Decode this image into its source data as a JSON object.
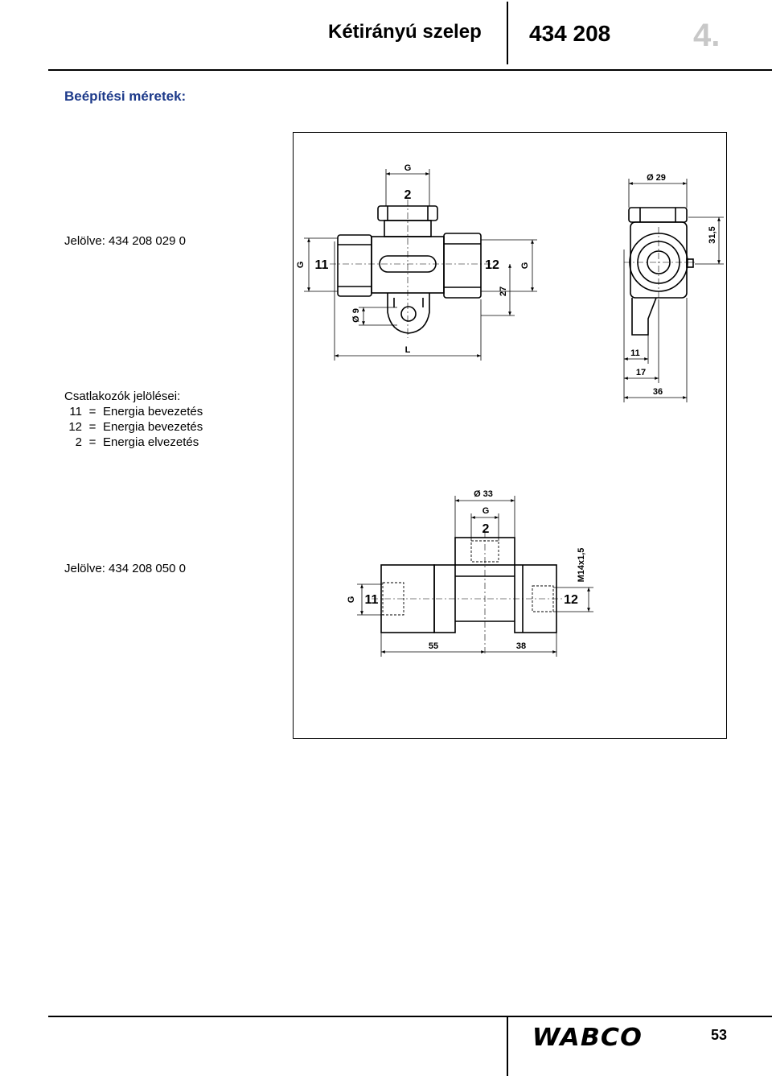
{
  "header": {
    "title": "Kétirányú szelep",
    "part_number": "434 208",
    "chapter": "4."
  },
  "section": {
    "heading": "Beépítési méretek:"
  },
  "variant_a": {
    "designation": "Jelölve: 434 208 029 0"
  },
  "ports": {
    "heading": "Csatlakozók jelölései:",
    "items": [
      {
        "code": "11",
        "eq": "=",
        "text": "Energia bevezetés"
      },
      {
        "code": "12",
        "eq": "=",
        "text": "Energia bevezetés"
      },
      {
        "code": "2",
        "eq": "=",
        "text": "Energia elvezetés"
      }
    ]
  },
  "variant_b": {
    "designation": "Jelölve: 434 208 050 0"
  },
  "drawing_a": {
    "labels": {
      "g_top": "G",
      "port_2": "2",
      "port_11": "11",
      "port_12": "12",
      "g_left": "G",
      "g_right": "G",
      "dim_27": "27",
      "dim_dia9": "Ø 9",
      "dim_L": "L"
    }
  },
  "drawing_side": {
    "labels": {
      "dia29": "Ø 29",
      "dim_31_5": "31,5",
      "dim_11": "11",
      "dim_17": "17",
      "dim_36": "36"
    }
  },
  "drawing_b": {
    "labels": {
      "dia33": "Ø 33",
      "g_top": "G",
      "port_2": "2",
      "g_left": "G",
      "port_11": "11",
      "port_12": "12",
      "thread": "M14x1,5",
      "dim_55": "55",
      "dim_38": "38"
    }
  },
  "footer": {
    "logo_text": "WABCO",
    "page": "53"
  }
}
